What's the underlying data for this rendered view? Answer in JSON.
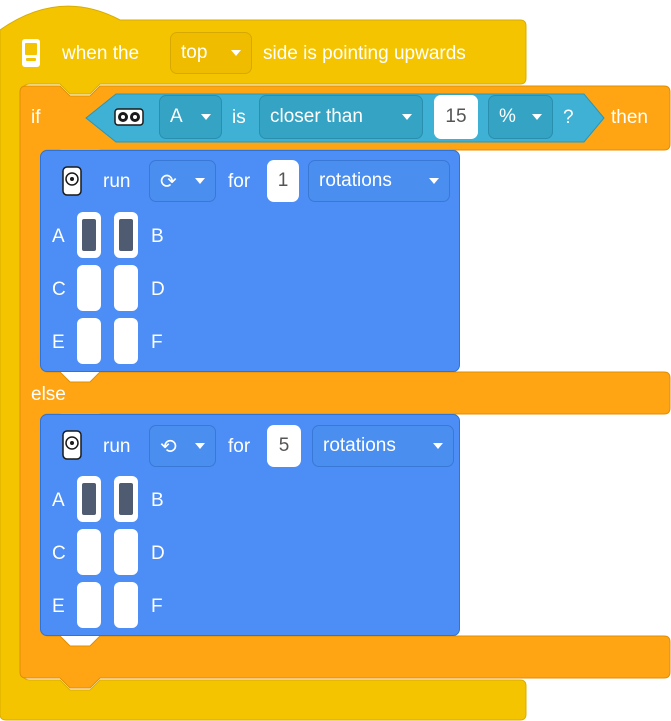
{
  "hat": {
    "prefix": "when the",
    "side": "top",
    "suffix": "side is pointing upwards"
  },
  "if_block": {
    "if_label": "if",
    "sensor_port": "A",
    "is_label": "is",
    "comparison": "closer than",
    "value": "15",
    "unit": "%",
    "question": "?",
    "then_label": "then",
    "else_label": "else"
  },
  "motor_blocks": [
    {
      "run_label": "run",
      "direction_icon": "rotate-clockwise-icon",
      "direction_glyph": "⟳",
      "for_label": "for",
      "amount": "1",
      "unit": "rotations",
      "ports": [
        {
          "left": "A",
          "right": "B",
          "left_selected": true,
          "right_selected": true
        },
        {
          "left": "C",
          "right": "D",
          "left_selected": false,
          "right_selected": false
        },
        {
          "left": "E",
          "right": "F",
          "left_selected": false,
          "right_selected": false
        }
      ]
    },
    {
      "run_label": "run",
      "direction_icon": "rotate-counterclockwise-icon",
      "direction_glyph": "⟲",
      "for_label": "for",
      "amount": "5",
      "unit": "rotations",
      "ports": [
        {
          "left": "A",
          "right": "B",
          "left_selected": true,
          "right_selected": true
        },
        {
          "left": "C",
          "right": "D",
          "left_selected": false,
          "right_selected": false
        },
        {
          "left": "E",
          "right": "F",
          "left_selected": false,
          "right_selected": false
        }
      ]
    }
  ],
  "colors": {
    "event_yellow": "#F5C400",
    "control_orange": "#FFA513",
    "sensor_cyan": "#3EB1D4",
    "motor_blue": "#4C8EF5",
    "port_selected": "#4F5B71"
  }
}
